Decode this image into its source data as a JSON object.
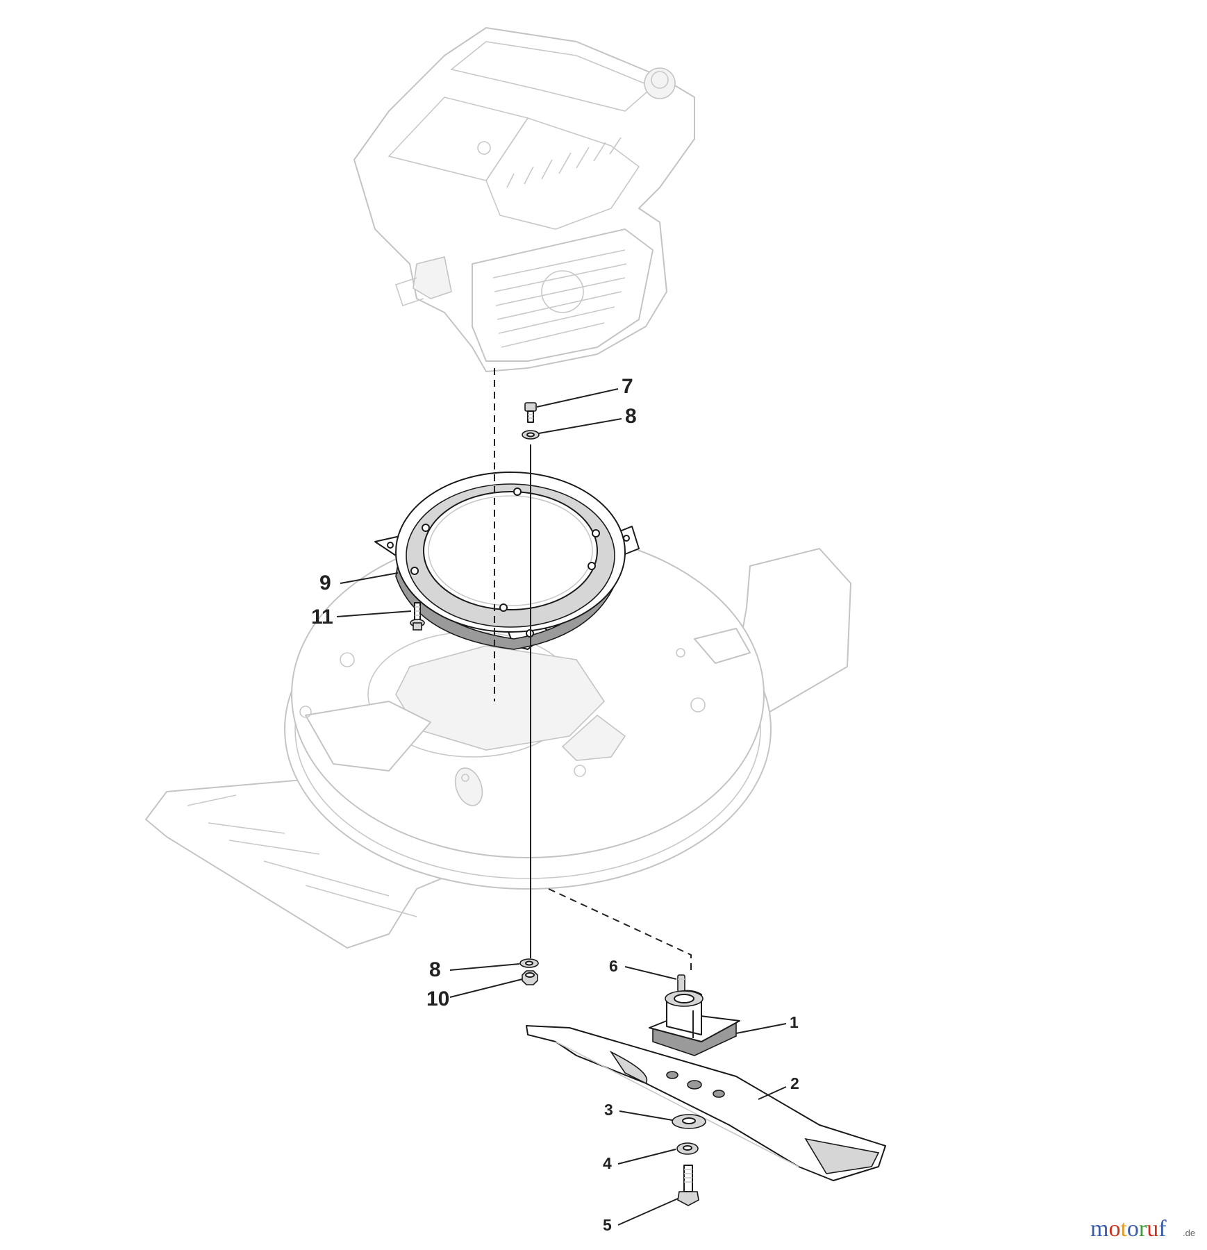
{
  "callouts": {
    "c1": "1",
    "c2": "2",
    "c3": "3",
    "c4": "4",
    "c5": "5",
    "c6": "6",
    "c7": "7",
    "c8_top": "8",
    "c8_bottom": "8",
    "c9": "9",
    "c10": "10",
    "c11": "11"
  },
  "watermark": {
    "letters": [
      "m",
      "o",
      "t",
      "o",
      "r",
      "u",
      "f"
    ],
    "letter_colors": [
      "#3b5ba8",
      "#c8331f",
      "#e59a1b",
      "#3b5ba8",
      "#3f9a3a",
      "#c8331f",
      "#3b5ba8"
    ],
    "suffix": ".de"
  }
}
